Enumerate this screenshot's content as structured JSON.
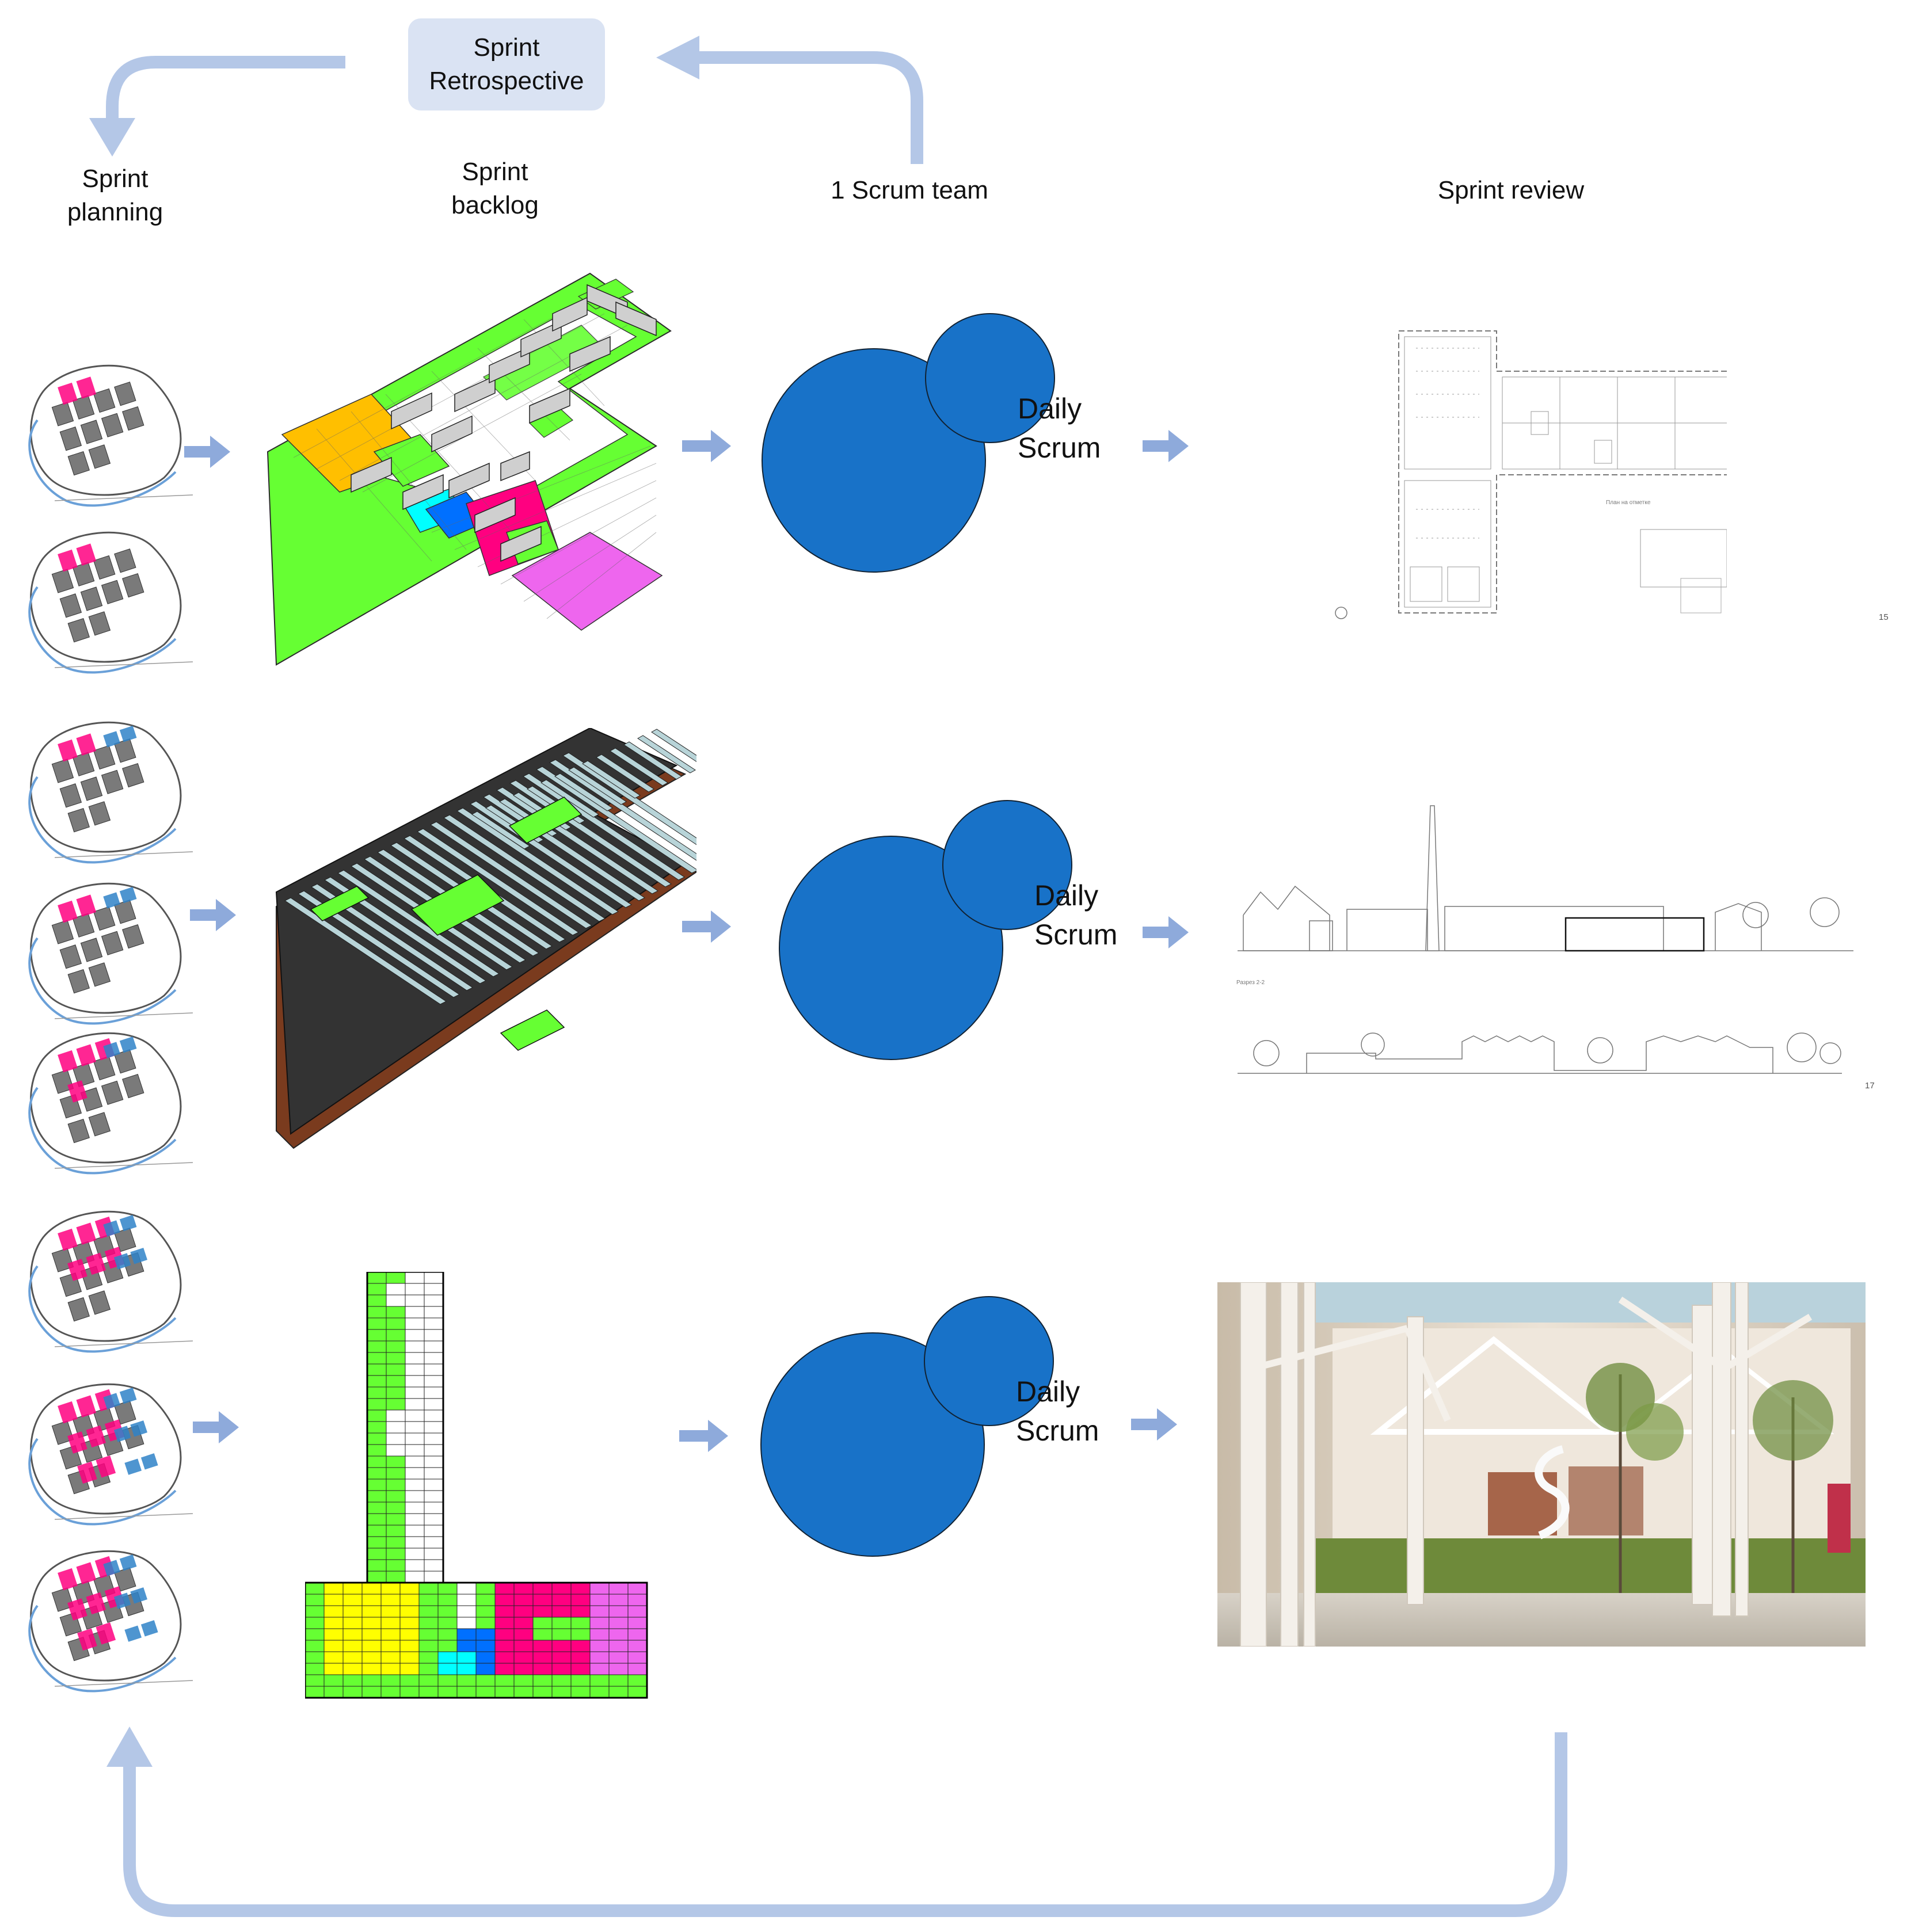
{
  "header": {
    "retrospective": "Sprint\nRetrospective",
    "planning": "Sprint\nplanning",
    "backlog": "Sprint\nbacklog",
    "team": "1 Scrum team",
    "review": "Sprint review"
  },
  "daily_scrum": [
    "Daily\nScrum",
    "Daily\nScrum",
    "Daily\nScrum"
  ],
  "drawing": {
    "plan_page": "15",
    "section_page": "17",
    "section_caption": "Разрез 2-2",
    "plan_caption": "План на отметке"
  },
  "colors": {
    "arrow": "#8eaadb",
    "flow_arrow": "#b4c7e7",
    "retro_box": "#dae3f3",
    "scrum_circle": "#1872c8",
    "green": "#66ff33",
    "orange": "#ffbf00",
    "yellow": "#ffff00",
    "cyan": "#00ffff",
    "blue": "#0070ff",
    "magenta": "#ff0080",
    "violet": "#ee66ee",
    "dark_roof": "#333333"
  }
}
